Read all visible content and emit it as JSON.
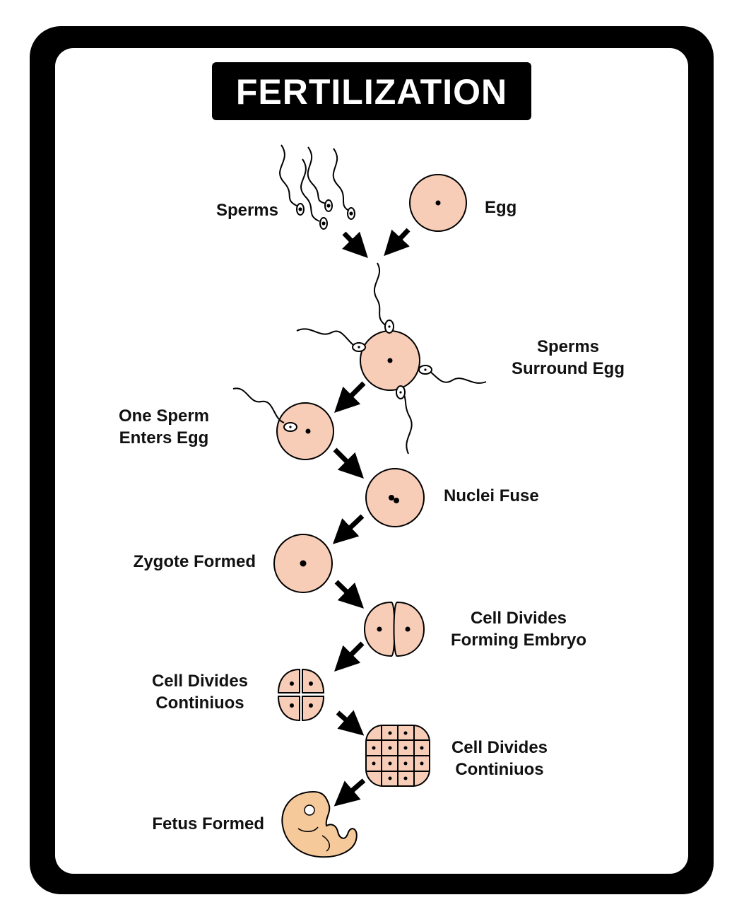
{
  "title": "FERTILIZATION",
  "labels": {
    "sperms": "Sperms",
    "egg": "Egg",
    "surround_1": "Sperms",
    "surround_2": "Surround Egg",
    "enters_1": "One Sperm",
    "enters_2": "Enters Egg",
    "nuclei": "Nuclei Fuse",
    "zygote": "Zygote Formed",
    "embryo_1": "Cell Divides",
    "embryo_2": "Forming Embryo",
    "cont1_1": "Cell Divides",
    "cont1_2": "Continiuos",
    "cont2_1": "Cell Divides",
    "cont2_2": "Continiuos",
    "fetus": "Fetus Formed"
  },
  "colors": {
    "cell_fill": "#f7cdb8",
    "fetus_fill": "#f6c99a",
    "frame": "#000000"
  }
}
